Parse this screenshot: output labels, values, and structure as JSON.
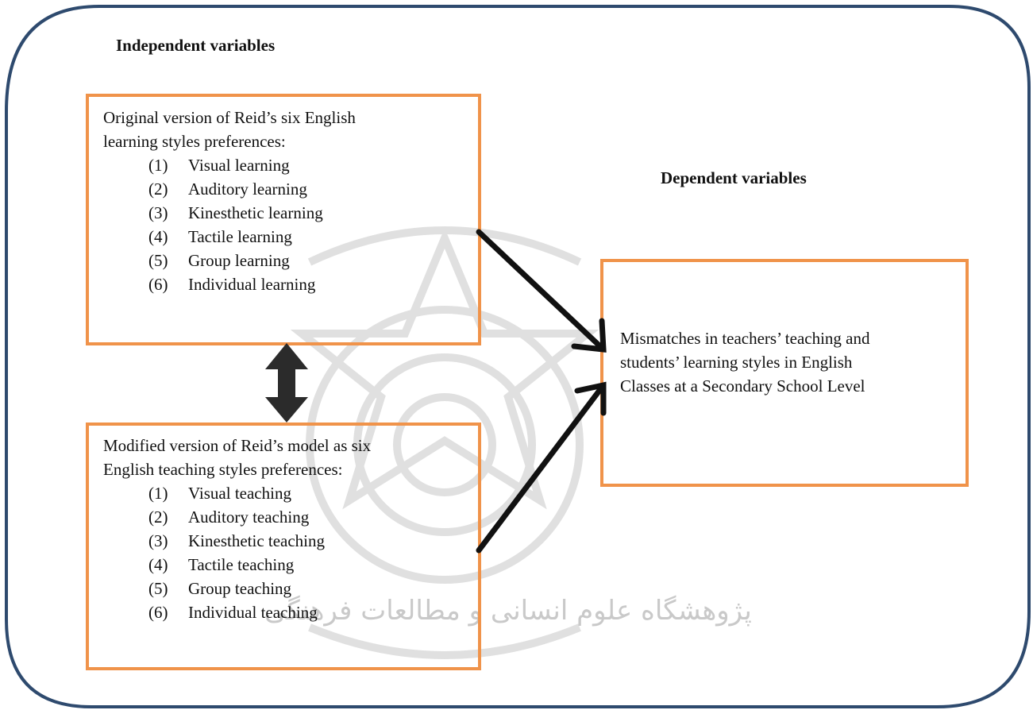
{
  "independent_heading": "Independent variables",
  "dependent_heading": "Dependent variables",
  "learning_box": {
    "intro_line1": "Original version of Reid’s six English",
    "intro_line2": "learning styles preferences:",
    "items": [
      {
        "num": "(1)",
        "label": "Visual learning"
      },
      {
        "num": "(2)",
        "label": "Auditory learning"
      },
      {
        "num": "(3)",
        "label": "Kinesthetic learning"
      },
      {
        "num": "(4)",
        "label": "Tactile learning"
      },
      {
        "num": "(5)",
        "label": "Group learning"
      },
      {
        "num": "(6)",
        "label": "Individual learning"
      }
    ]
  },
  "teaching_box": {
    "intro_line1": "Modified version of Reid’s model as six",
    "intro_line2": "English teaching styles preferences:",
    "items": [
      {
        "num": "(1)",
        "label": "Visual teaching"
      },
      {
        "num": "(2)",
        "label": "Auditory teaching"
      },
      {
        "num": "(3)",
        "label": "Kinesthetic teaching"
      },
      {
        "num": "(4)",
        "label": "Tactile teaching"
      },
      {
        "num": "(5)",
        "label": "Group teaching"
      },
      {
        "num": "(6)",
        "label": "Individual teaching"
      }
    ]
  },
  "mismatch_box": {
    "line1": "Mismatches in teachers’ teaching and",
    "line2": "students’ learning styles in English",
    "line3": "Classes at a Secondary School Level"
  },
  "colors": {
    "frame": "#2E4A6E",
    "box_border": "#F0934A",
    "arrow": "#111111",
    "double_arrow": "#2B2B2B",
    "watermark": "#BDBDBD"
  },
  "watermark_text": "پژوهشگاه علوم انسانی و مطالعات فرهنگی"
}
